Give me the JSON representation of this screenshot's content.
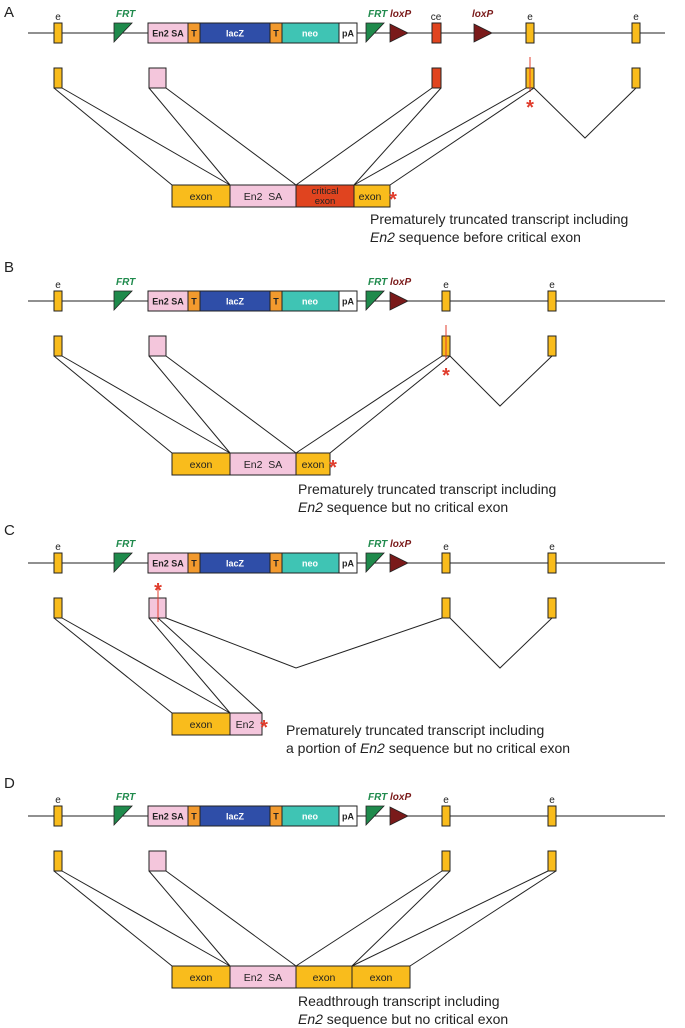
{
  "panels": [
    {
      "letter": "A",
      "exon_label": "e",
      "critical_label": "ce",
      "frt_label": "FRT",
      "loxp_label": "loxP",
      "cassette": {
        "en2sa": "En2 SA",
        "t": "T",
        "lacz": "lacZ",
        "neo": "neo",
        "pa": "pA"
      },
      "transcript": [
        "exon",
        "En2  SA",
        "critical exon",
        "exon"
      ],
      "caption": {
        "line1": "Prematurely truncated transcript including",
        "line2_italic": "En2",
        "line2_rest": " sequence before critical exon"
      }
    },
    {
      "letter": "B",
      "exon_label": "e",
      "frt_label": "FRT",
      "loxp_label": "loxP",
      "cassette": {
        "en2sa": "En2 SA",
        "t": "T",
        "lacz": "lacZ",
        "neo": "neo",
        "pa": "pA"
      },
      "transcript": [
        "exon",
        "En2  SA",
        "exon"
      ],
      "caption": {
        "line1": "Prematurely truncated transcript including",
        "line2_italic": "En2",
        "line2_rest": " sequence but no critical exon"
      }
    },
    {
      "letter": "C",
      "exon_label": "e",
      "frt_label": "FRT",
      "loxp_label": "loxP",
      "cassette": {
        "en2sa": "En2 SA",
        "t": "T",
        "lacz": "lacZ",
        "neo": "neo",
        "pa": "pA"
      },
      "transcript": [
        "exon",
        "En2"
      ],
      "caption": {
        "line1": "Prematurely truncated transcript including",
        "line2_pre": "a portion of ",
        "line2_italic": "En2",
        "line2_rest": " sequence but no critical exon"
      }
    },
    {
      "letter": "D",
      "exon_label": "e",
      "frt_label": "FRT",
      "loxp_label": "loxP",
      "cassette": {
        "en2sa": "En2 SA",
        "t": "T",
        "lacz": "lacZ",
        "neo": "neo",
        "pa": "pA"
      },
      "transcript": [
        "exon",
        "En2  SA",
        "exon",
        "exon"
      ],
      "caption": {
        "line1": "Readthrough transcript including",
        "line2_italic": "En2",
        "line2_rest": " sequence but no critical exon"
      }
    }
  ],
  "colors": {
    "exon": "#f9bc1c",
    "en2sa": "#f4c6dc",
    "t": "#f29a2e",
    "lacz": "#2f4ea8",
    "neo": "#3fc4b4",
    "frt": "#1f8a4c",
    "loxp": "#7a1a1a",
    "critical": "#e0441f",
    "star": "#e03c2c"
  }
}
